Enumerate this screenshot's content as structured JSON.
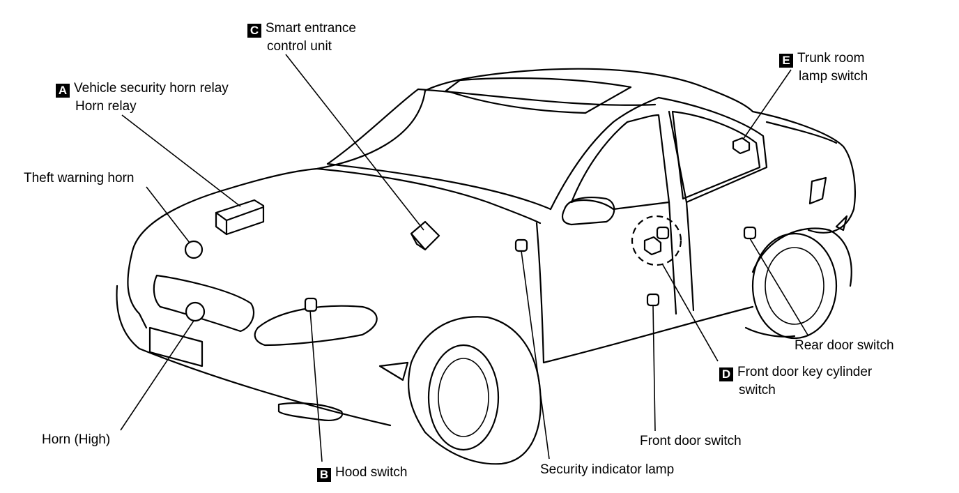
{
  "labels": {
    "a": {
      "badge": "A",
      "line1": "Vehicle security horn relay",
      "line2": "Horn relay"
    },
    "b": {
      "badge": "B",
      "line1": "Hood switch"
    },
    "c": {
      "badge": "C",
      "line1": "Smart entrance",
      "line2": "control unit"
    },
    "d": {
      "badge": "D",
      "line1": "Front door key cylinder",
      "line2": "switch"
    },
    "e": {
      "badge": "E",
      "line1": "Trunk room",
      "line2": "lamp switch"
    },
    "theft_horn": "Theft warning horn",
    "horn_high": "Horn (High)",
    "security_lamp": "Security indicator lamp",
    "front_door_switch": "Front door switch",
    "rear_door_switch": "Rear door switch"
  }
}
